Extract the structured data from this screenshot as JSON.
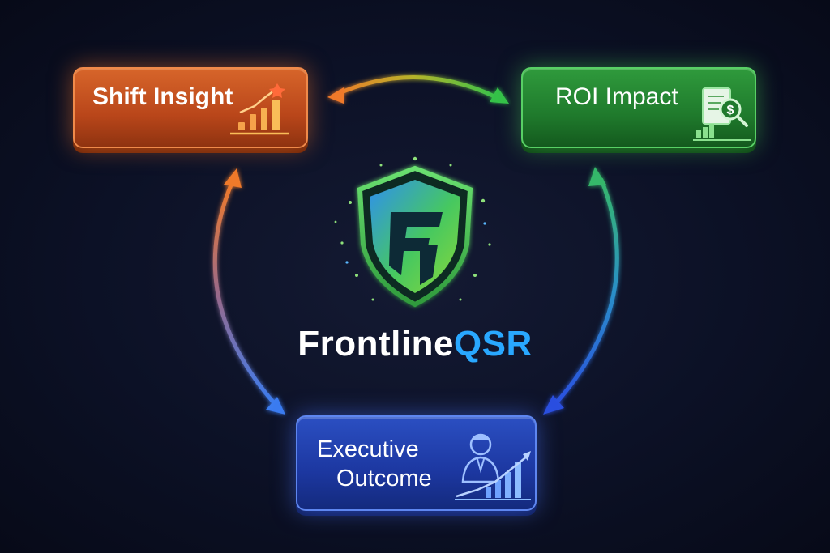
{
  "brand": {
    "name_part1": "Frontline",
    "name_part2": "QSR",
    "logo_icon": "shield-f-icon"
  },
  "nodes": {
    "shift_insight": {
      "label": "Shift Insight",
      "icon": "bar-chart-star-icon",
      "color": "#d7652a"
    },
    "roi_impact": {
      "label": "ROI Impact",
      "icon": "document-dollar-magnifier-icon",
      "color": "#2f9a3c"
    },
    "executive_outcome": {
      "label_line1": "Executive",
      "label_line2": "Outcome",
      "icon": "executive-growth-chart-icon",
      "color": "#2b4fc2"
    }
  },
  "cycle": {
    "direction": "clockwise",
    "edges": [
      {
        "from": "Shift Insight",
        "to": "ROI Impact"
      },
      {
        "from": "ROI Impact",
        "to": "Executive Outcome"
      },
      {
        "from": "Executive Outcome",
        "to": "Shift Insight"
      }
    ]
  }
}
